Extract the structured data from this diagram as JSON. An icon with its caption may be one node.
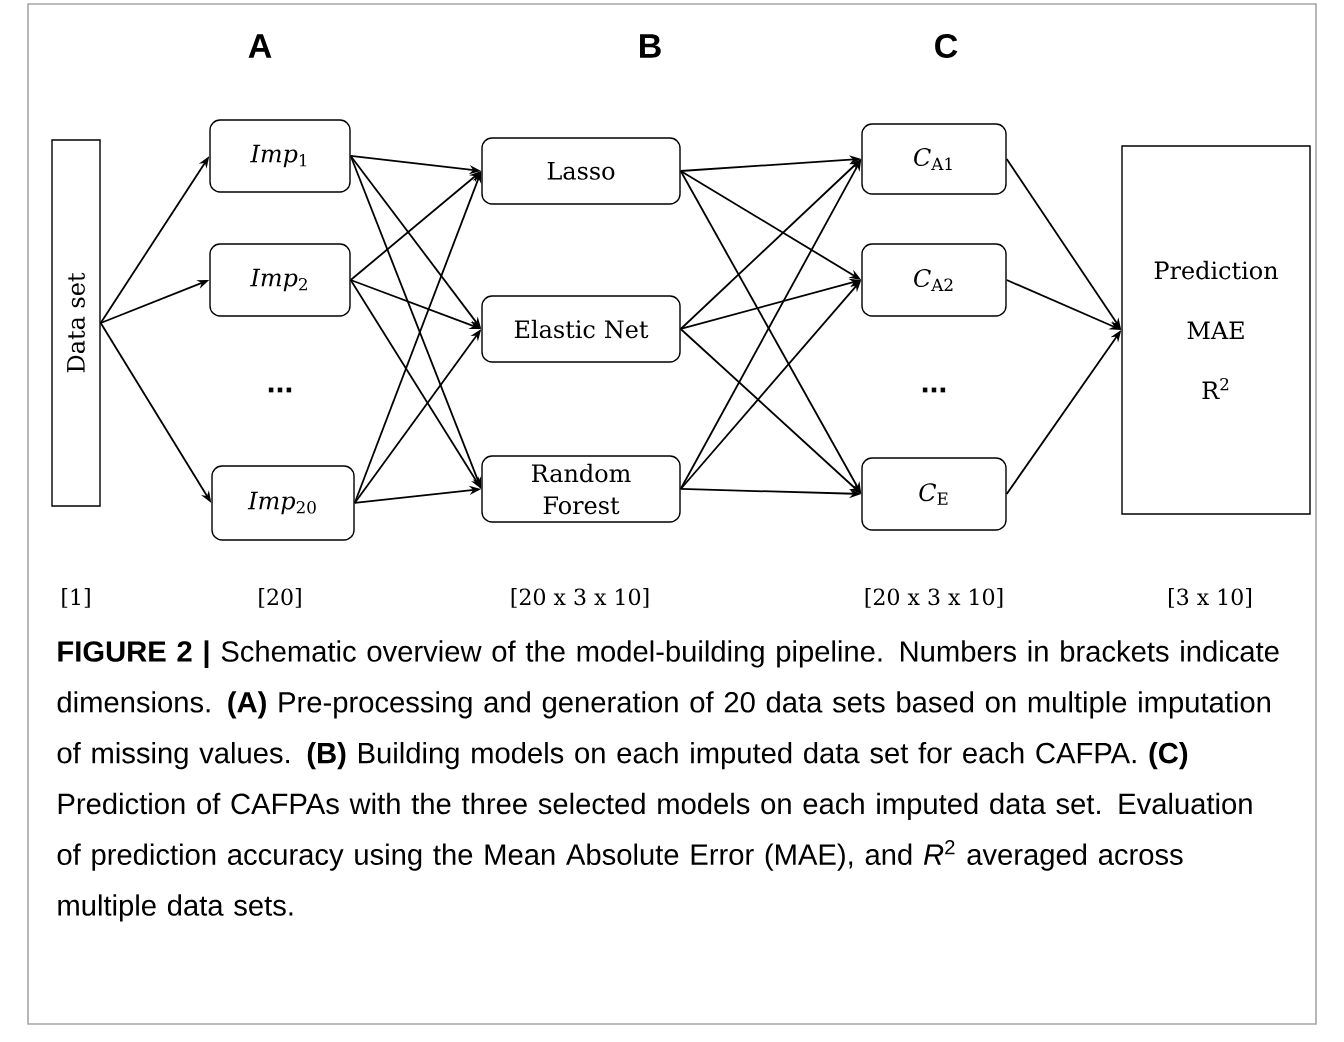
{
  "diagram": {
    "caption": "**FIGURE 2 |** Schematic overview of the model-building pipeline. Numbers in brackets indicate dimensions. **(A)** Pre-processing and generation of 20 data sets based on multiple imputation of missing values. **(B)** Building models on each imputed data set for each CAFPA. **(C)** Prediction of CAFPAs with the three selected models on each imputed data set. Evaluation of prediction accuracy using the Mean Absolute Error (MAE), and *R*$^{2}$ averaged across multiple data sets.",
    "nodes": [
      {
        "text": [
          "Data set"
        ]
      },
      {
        "text": [
          "*Imp*$_{1}$"
        ]
      },
      {
        "text": [
          "*Imp*$_{2}$"
        ]
      },
      {
        "text": [
          "*Imp*$_{20}$"
        ]
      },
      {
        "text": [
          "Lasso"
        ]
      },
      {
        "text": [
          "Elastic Net"
        ]
      },
      {
        "text": [
          "Random Forest"
        ]
      },
      {
        "text": [
          "*C*$_{A1}$"
        ]
      },
      {
        "text": [
          "*C*$_{A2}$"
        ]
      },
      {
        "text": [
          "*C*$_{E}$"
        ]
      },
      {
        "text": [
          "Prediction",
          "MAE",
          "R$^{2}$"
        ]
      }
    ],
    "edges": [
      {
        "from": 0,
        "to": 1,
        "arrow": "to"
      },
      {
        "from": 0,
        "to": 2,
        "arrow": "to"
      },
      {
        "from": 0,
        "to": 3,
        "arrow": "to"
      },
      {
        "from": 1,
        "to": 4,
        "arrow": "to"
      },
      {
        "from": 1,
        "to": 5,
        "arrow": "to"
      },
      {
        "from": 1,
        "to": 6,
        "arrow": "to"
      },
      {
        "from": 2,
        "to": 4,
        "arrow": "to"
      },
      {
        "from": 2,
        "to": 5,
        "arrow": "to"
      },
      {
        "from": 2,
        "to": 6,
        "arrow": "to"
      },
      {
        "from": 3,
        "to": 4,
        "arrow": "to"
      },
      {
        "from": 3,
        "to": 5,
        "arrow": "to"
      },
      {
        "from": 3,
        "to": 6,
        "arrow": "to"
      },
      {
        "from": 4,
        "to": 7,
        "arrow": "to"
      },
      {
        "from": 4,
        "to": 8,
        "arrow": "to"
      },
      {
        "from": 4,
        "to": 9,
        "arrow": "to"
      },
      {
        "from": 5,
        "to": 7,
        "arrow": "to"
      },
      {
        "from": 5,
        "to": 8,
        "arrow": "to"
      },
      {
        "from": 5,
        "to": 9,
        "arrow": "to"
      },
      {
        "from": 6,
        "to": 7,
        "arrow": "to"
      },
      {
        "from": 6,
        "to": 8,
        "arrow": "to"
      },
      {
        "from": 6,
        "to": 9,
        "arrow": "to"
      },
      {
        "from": 7,
        "to": 10,
        "arrow": "to"
      },
      {
        "from": 8,
        "to": 10,
        "arrow": "to"
      },
      {
        "from": 9,
        "to": 10,
        "arrow": "to"
      }
    ],
    "labels": [
      "A",
      "B",
      "C",
      "...",
      "...",
      "[1]",
      "[20]",
      "[20 x 3 x 10]",
      "[20 x 3 x 10]",
      "[3 x 10]"
    ]
  }
}
